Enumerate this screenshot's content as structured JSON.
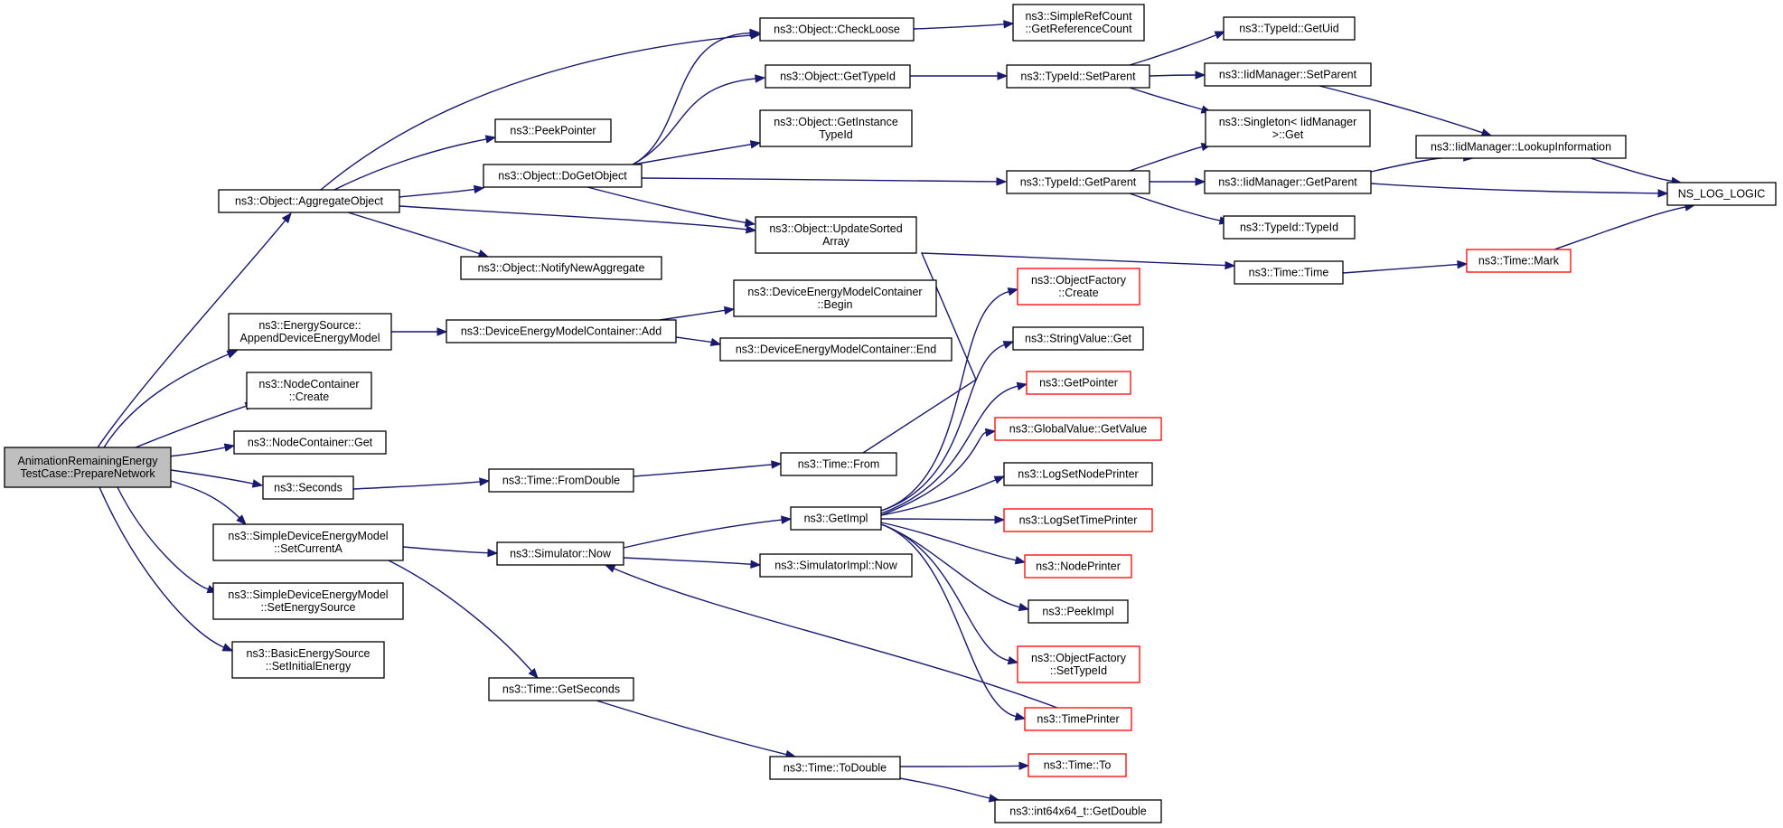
{
  "diagram": {
    "title": "",
    "colors": {
      "edge": "#191970",
      "node_border": "#000000",
      "truncated_border": "#ff0000",
      "root_fill": "#bfbfbf",
      "background": "#ffffff"
    },
    "nodes": [
      {
        "id": "root",
        "lines": [
          "AnimationRemainingEnergy",
          "TestCase::PrepareNetwork"
        ],
        "kind": "root"
      },
      {
        "id": "aggregate",
        "lines": [
          "ns3::Object::AggregateObject"
        ]
      },
      {
        "id": "append",
        "lines": [
          "ns3::EnergySource::",
          "AppendDeviceEnergyModel"
        ]
      },
      {
        "id": "nc_create",
        "lines": [
          "ns3::NodeContainer",
          "::Create"
        ]
      },
      {
        "id": "nc_get",
        "lines": [
          "ns3::NodeContainer::Get"
        ]
      },
      {
        "id": "seconds",
        "lines": [
          "ns3::Seconds"
        ]
      },
      {
        "id": "setcurrent",
        "lines": [
          "ns3::SimpleDeviceEnergyModel",
          "::SetCurrentA"
        ]
      },
      {
        "id": "setsource",
        "lines": [
          "ns3::SimpleDeviceEnergyModel",
          "::SetEnergySource"
        ]
      },
      {
        "id": "setinit",
        "lines": [
          "ns3::BasicEnergySource",
          "::SetInitialEnergy"
        ]
      },
      {
        "id": "peekptr",
        "lines": [
          "ns3::PeekPointer"
        ]
      },
      {
        "id": "dogetobj",
        "lines": [
          "ns3::Object::DoGetObject"
        ]
      },
      {
        "id": "notify",
        "lines": [
          "ns3::Object::NotifyNewAggregate"
        ]
      },
      {
        "id": "dem_add",
        "lines": [
          "ns3::DeviceEnergyModelContainer::Add"
        ]
      },
      {
        "id": "fromdouble",
        "lines": [
          "ns3::Time::FromDouble"
        ]
      },
      {
        "id": "simnow",
        "lines": [
          "ns3::Simulator::Now"
        ]
      },
      {
        "id": "getseconds",
        "lines": [
          "ns3::Time::GetSeconds"
        ]
      },
      {
        "id": "checkloose",
        "lines": [
          "ns3::Object::CheckLoose"
        ]
      },
      {
        "id": "gettypeid",
        "lines": [
          "ns3::Object::GetTypeId"
        ]
      },
      {
        "id": "getinst",
        "lines": [
          "ns3::Object::GetInstance",
          "TypeId"
        ]
      },
      {
        "id": "updsorted",
        "lines": [
          "ns3::Object::UpdateSorted",
          "Array"
        ]
      },
      {
        "id": "dem_begin",
        "lines": [
          "ns3::DeviceEnergyModelContainer",
          "::Begin"
        ]
      },
      {
        "id": "dem_end",
        "lines": [
          "ns3::DeviceEnergyModelContainer::End"
        ]
      },
      {
        "id": "time_from",
        "lines": [
          "ns3::Time::From"
        ]
      },
      {
        "id": "getimpl",
        "lines": [
          "ns3::GetImpl"
        ]
      },
      {
        "id": "simimplnow",
        "lines": [
          "ns3::SimulatorImpl::Now"
        ]
      },
      {
        "id": "todouble",
        "lines": [
          "ns3::Time::ToDouble"
        ]
      },
      {
        "id": "srefcount",
        "lines": [
          "ns3::SimpleRefCount",
          "::GetReferenceCount"
        ]
      },
      {
        "id": "tid_setparent",
        "lines": [
          "ns3::TypeId::SetParent"
        ]
      },
      {
        "id": "tid_getparent",
        "lines": [
          "ns3::TypeId::GetParent"
        ]
      },
      {
        "id": "time_time",
        "lines": [
          "ns3::Time::Time"
        ]
      },
      {
        "id": "of_create",
        "lines": [
          "ns3::ObjectFactory",
          "::Create"
        ],
        "kind": "trunc"
      },
      {
        "id": "sv_get",
        "lines": [
          "ns3::StringValue::Get"
        ]
      },
      {
        "id": "getpointer",
        "lines": [
          "ns3::GetPointer"
        ],
        "kind": "trunc"
      },
      {
        "id": "gv_getvalue",
        "lines": [
          "ns3::GlobalValue::GetValue"
        ],
        "kind": "trunc"
      },
      {
        "id": "logsetnode",
        "lines": [
          "ns3::LogSetNodePrinter"
        ]
      },
      {
        "id": "logsettime",
        "lines": [
          "ns3::LogSetTimePrinter"
        ],
        "kind": "trunc"
      },
      {
        "id": "nodeprinter",
        "lines": [
          "ns3::NodePrinter"
        ],
        "kind": "trunc"
      },
      {
        "id": "peekimpl",
        "lines": [
          "ns3::PeekImpl"
        ]
      },
      {
        "id": "of_settypeid",
        "lines": [
          "ns3::ObjectFactory",
          "::SetTypeId"
        ],
        "kind": "trunc"
      },
      {
        "id": "timeprinter",
        "lines": [
          "ns3::TimePrinter"
        ],
        "kind": "trunc"
      },
      {
        "id": "time_to",
        "lines": [
          "ns3::Time::To"
        ],
        "kind": "trunc"
      },
      {
        "id": "i64getdouble",
        "lines": [
          "ns3::int64x64_t::GetDouble"
        ]
      },
      {
        "id": "tid_getuid",
        "lines": [
          "ns3::TypeId::GetUid"
        ]
      },
      {
        "id": "iid_setparent",
        "lines": [
          "ns3::IidManager::SetParent"
        ]
      },
      {
        "id": "singleton_get",
        "lines": [
          "ns3::Singleton< IidManager",
          ">::Get"
        ]
      },
      {
        "id": "iid_getparent",
        "lines": [
          "ns3::IidManager::GetParent"
        ]
      },
      {
        "id": "tid_typeid",
        "lines": [
          "ns3::TypeId::TypeId"
        ]
      },
      {
        "id": "time_mark",
        "lines": [
          "ns3::Time::Mark"
        ],
        "kind": "trunc"
      },
      {
        "id": "iid_lookup",
        "lines": [
          "ns3::IidManager::LookupInformation"
        ]
      },
      {
        "id": "ns_log_logic",
        "lines": [
          "NS_LOG_LOGIC"
        ]
      }
    ]
  }
}
